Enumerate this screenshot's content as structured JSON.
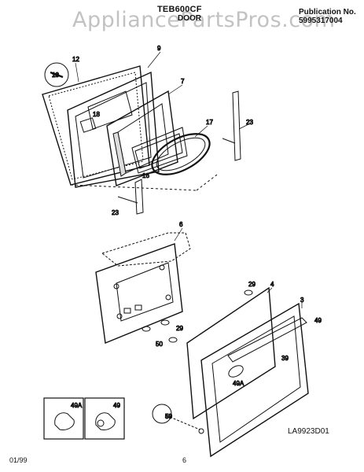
{
  "watermark": "AppliancePartsPros.com",
  "header": {
    "model": "TEB600CF",
    "section": "DOOR",
    "publication_label": "Publication No.",
    "publication_number": "5995317004"
  },
  "footer": {
    "date": "01/99",
    "page": "6",
    "diagram_id": "LA9923D01"
  },
  "part_labels": {
    "p9": "9",
    "p12": "12",
    "p10": "10",
    "p7": "7",
    "p18": "18",
    "p17": "17",
    "p16": "16",
    "p23a": "23",
    "p23b": "23",
    "p6": "6",
    "p29a": "29",
    "p29b": "29",
    "p4": "4",
    "p3": "3",
    "p49": "49",
    "p39": "39",
    "p50": "50",
    "p49A": "49A",
    "p59": "59",
    "inset_49A": "49A",
    "inset_49": "49"
  }
}
